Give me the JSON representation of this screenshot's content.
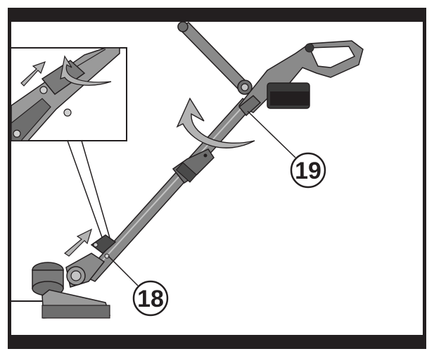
{
  "figure": {
    "callouts": [
      {
        "label": "19",
        "part": "shaft-lock-collar"
      },
      {
        "label": "18",
        "part": "head-rotation-collar"
      }
    ],
    "icons": [
      "push-arrow-icon",
      "rotate-arrow-icon",
      "zoom-inset"
    ],
    "colors": {
      "frame": "#231f20",
      "tool_body": "#8a8a8a",
      "tool_dark": "#3a3a3a",
      "tool_light": "#c4c4c4",
      "arrow": "#b3b3b3"
    }
  }
}
